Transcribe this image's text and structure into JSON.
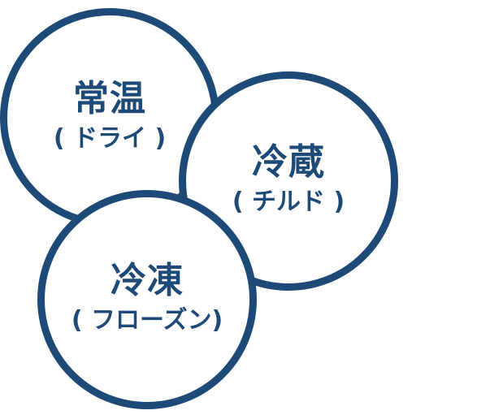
{
  "colors": {
    "circle_stroke": "#1e4a78",
    "text": "#1e4a78",
    "background": "#ffffff"
  },
  "circles": [
    {
      "main": "常温",
      "sub": "( ドライ )"
    },
    {
      "main": "冷蔵",
      "sub": "( チルド )"
    },
    {
      "main": "冷凍",
      "sub": "( フローズン)"
    }
  ]
}
